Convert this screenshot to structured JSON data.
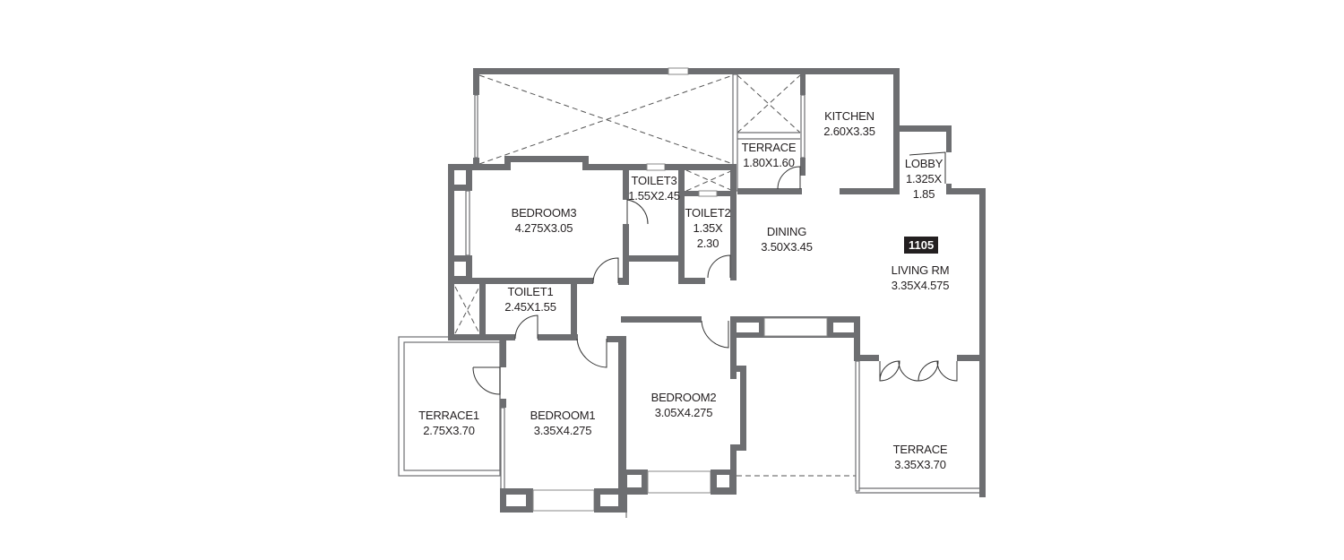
{
  "unit_number": "1105",
  "colors": {
    "wall": "#6d6e71",
    "text": "#231f20",
    "badge_bg": "#231f20",
    "badge_text": "#ffffff"
  },
  "rooms": {
    "kitchen": {
      "name": "KITCHEN",
      "size": "2.60X3.35"
    },
    "terrace_small": {
      "name": "TERRACE",
      "size": "1.80X1.60"
    },
    "lobby": {
      "name": "LOBBY",
      "size_line1": "1.325X",
      "size_line2": "1.85"
    },
    "toilet3": {
      "name": "TOILET3",
      "size": "1.55X2.45"
    },
    "toilet2": {
      "name": "TOILET2",
      "size_line1": "1.35X",
      "size_line2": "2.30"
    },
    "bedroom3": {
      "name": "BEDROOM3",
      "size": "4.275X3.05"
    },
    "dining": {
      "name": "DINING",
      "size": "3.50X3.45"
    },
    "living": {
      "name": "LIVING RM",
      "size": "3.35X4.575"
    },
    "toilet1": {
      "name": "TOILET1",
      "size": "2.45X1.55"
    },
    "terrace1": {
      "name": "TERRACE1",
      "size": "2.75X3.70"
    },
    "bedroom1": {
      "name": "BEDROOM1",
      "size": "3.35X4.275"
    },
    "bedroom2": {
      "name": "BEDROOM2",
      "size": "3.05X4.275"
    },
    "terrace_large": {
      "name": "TERRACE",
      "size": "3.35X3.70"
    }
  }
}
